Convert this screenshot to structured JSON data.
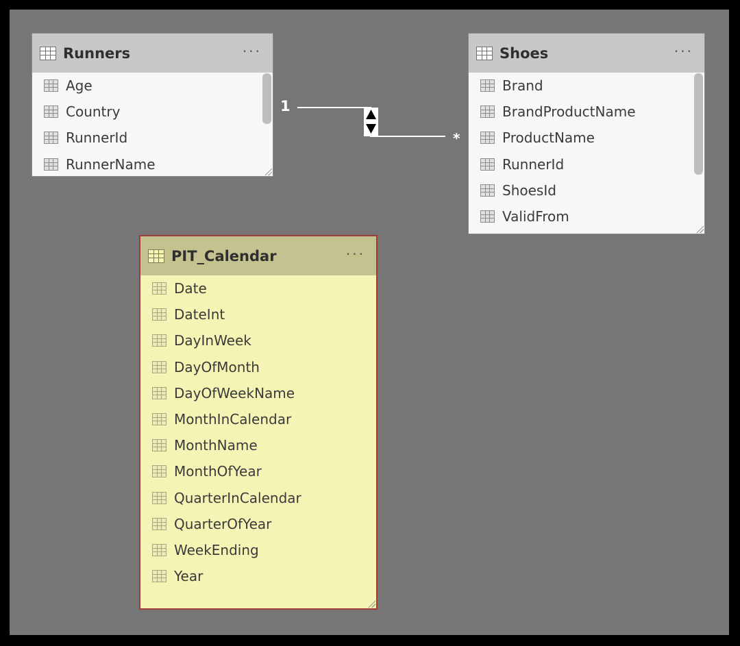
{
  "tables": {
    "runners": {
      "title": "Runners",
      "more": "···",
      "fields": [
        "Age",
        "Country",
        "RunnerId",
        "RunnerName"
      ]
    },
    "shoes": {
      "title": "Shoes",
      "more": "···",
      "fields": [
        "Brand",
        "BrandProductName",
        "ProductName",
        "RunnerId",
        "ShoesId",
        "ValidFrom"
      ]
    },
    "pit_calendar": {
      "title": "PIT_Calendar",
      "more": "···",
      "fields": [
        "Date",
        "DateInt",
        "DayInWeek",
        "DayOfMonth",
        "DayOfWeekName",
        "MonthInCalendar",
        "MonthName",
        "MonthOfYear",
        "QuarterInCalendar",
        "QuarterOfYear",
        "WeekEnding",
        "Year"
      ]
    }
  },
  "relationship": {
    "one_label": "1",
    "many_label": "*",
    "direction_icon": "bidirectional-arrows-icon"
  },
  "colors": {
    "canvas": "#767676",
    "highlight_table": "#f5f4b4",
    "highlight_border": "#a33a3a"
  }
}
